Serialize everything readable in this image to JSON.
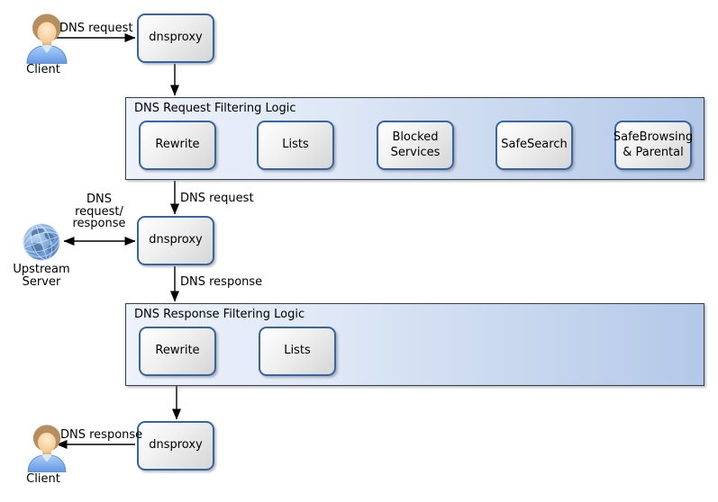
{
  "actors": {
    "client_top": {
      "label": "Client"
    },
    "client_bottom": {
      "label": "Client"
    },
    "upstream_server": {
      "label_lines": [
        "Upstream",
        "Server"
      ]
    }
  },
  "proxies": {
    "top": {
      "label": "dnsproxy"
    },
    "middle": {
      "label": "dnsproxy"
    },
    "bottom": {
      "label": "dnsproxy"
    }
  },
  "request_filtering": {
    "title": "DNS Request Filtering Logic",
    "steps": [
      "Rewrite",
      "Lists",
      "Blocked Services",
      "SafeSearch",
      "SafeBrowsing & Parental"
    ]
  },
  "response_filtering": {
    "title": "DNS Response Filtering Logic",
    "steps": [
      "Rewrite",
      "Lists"
    ]
  },
  "edge_labels": {
    "client_to_proxy": "DNS request",
    "filter_to_proxy": "DNS request",
    "upstream_lines": [
      "DNS",
      "request/",
      "response"
    ],
    "proxy_to_filter": "DNS response",
    "proxy_to_client": "DNS response"
  },
  "colors": {
    "node_border": "#3465a4",
    "node_fill_top": "#ffffff",
    "node_fill_bottom": "#d6d6d6",
    "container_fill_left": "#eef2fa",
    "container_fill_right": "#b3c8e8",
    "container_border": "#343f4b",
    "arrow": "#000000",
    "background": "#ffffff"
  }
}
